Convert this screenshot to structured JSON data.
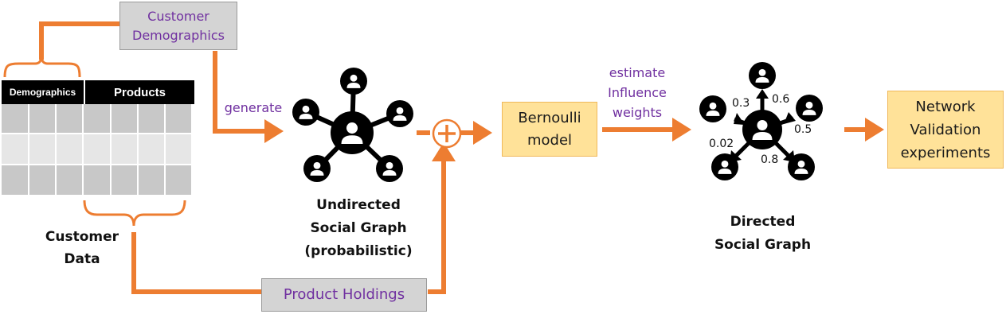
{
  "customer_demographics_label": [
    "Customer",
    "Demographics"
  ],
  "table": {
    "demographics_header": "Demographics",
    "products_header": "Products"
  },
  "customer_data_label": [
    "Customer",
    "Data"
  ],
  "generate_label": "generate",
  "undirected_graph_label": [
    "Undirected",
    "Social Graph",
    "(probabilistic)"
  ],
  "product_holdings_label": "Product Holdings",
  "bernoulli_label": [
    "Bernoulli",
    "model"
  ],
  "estimate_label": [
    "estimate",
    "Influence",
    "weights"
  ],
  "influence_weights": [
    "0.3",
    "0.6",
    "0.5",
    "0.02",
    "0.8"
  ],
  "directed_graph_label": [
    "Directed",
    "Social Graph"
  ],
  "network_validation_label": [
    "Network",
    "Validation",
    "experiments"
  ],
  "colors": {
    "arrow": "#ed7d31",
    "purple_text": "#7030a0",
    "box_yellow": "#ffe299",
    "box_gray": "#d4d4d4",
    "node": "#000000"
  },
  "icons": [
    "person-node-icon",
    "plus-circle-icon",
    "arrow-icon"
  ]
}
